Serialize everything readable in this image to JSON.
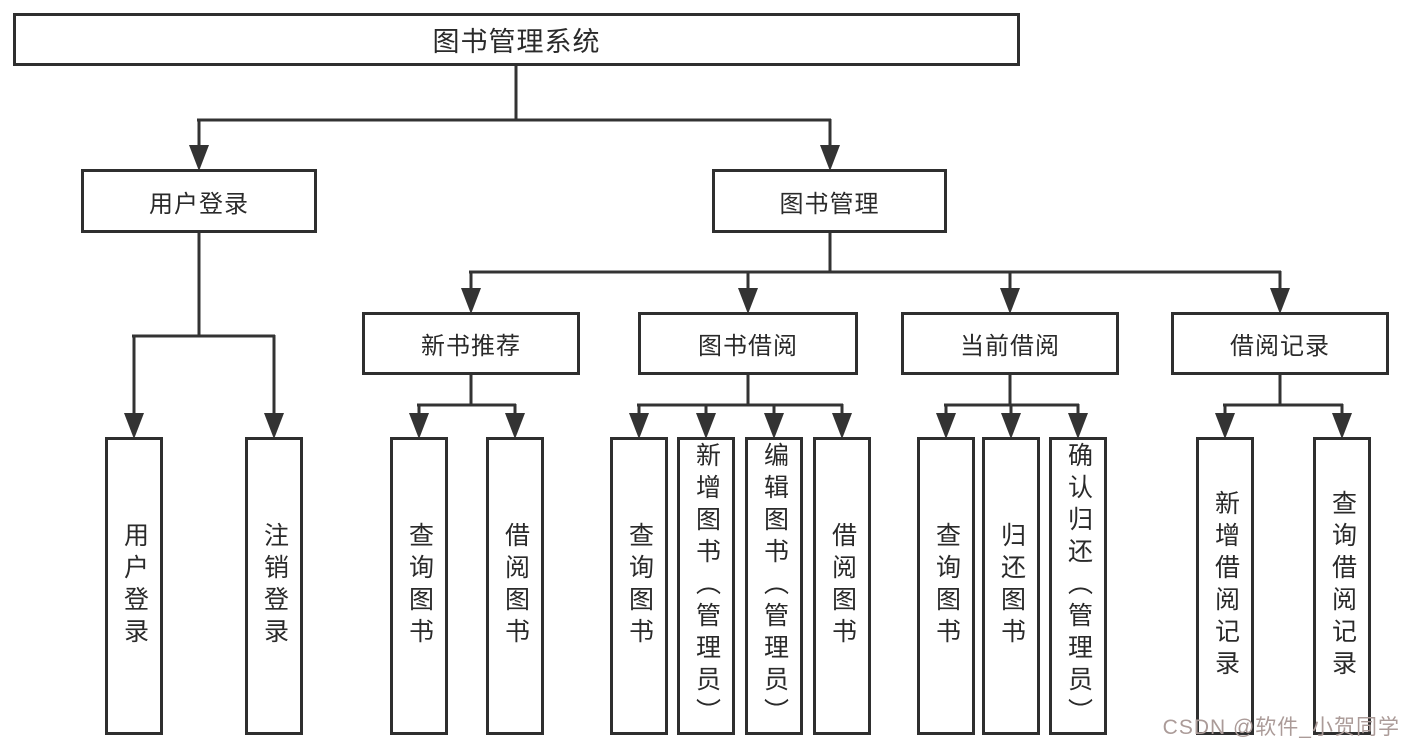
{
  "tree": {
    "root": {
      "label": "图书管理系统"
    },
    "level2": [
      {
        "label": "用户登录"
      },
      {
        "label": "图书管理"
      }
    ],
    "level3": [
      {
        "label": "新书推荐",
        "parent": "图书管理"
      },
      {
        "label": "图书借阅",
        "parent": "图书管理"
      },
      {
        "label": "当前借阅",
        "parent": "图书管理"
      },
      {
        "label": "借阅记录",
        "parent": "图书管理"
      }
    ],
    "leaves": [
      {
        "label": "用户登录",
        "parent": "用户登录"
      },
      {
        "label": "注销登录",
        "parent": "用户登录"
      },
      {
        "label": "查询图书",
        "parent": "新书推荐"
      },
      {
        "label": "借阅图书",
        "parent": "新书推荐"
      },
      {
        "label": "查询图书",
        "parent": "图书借阅"
      },
      {
        "label": "新增图书（管理员）",
        "parent": "图书借阅"
      },
      {
        "label": "编辑图书（管理员）",
        "parent": "图书借阅"
      },
      {
        "label": "借阅图书",
        "parent": "图书借阅"
      },
      {
        "label": "查询图书",
        "parent": "当前借阅"
      },
      {
        "label": "归还图书",
        "parent": "当前借阅"
      },
      {
        "label": "确认归还（管理员）",
        "parent": "当前借阅"
      },
      {
        "label": "新增借阅记录",
        "parent": "借阅记录"
      },
      {
        "label": "查询借阅记录",
        "parent": "借阅记录"
      }
    ]
  },
  "watermark": {
    "text": "CSDN @软件_小贺同学",
    "color": "#ab9b98"
  },
  "colors": {
    "line": "#333333",
    "border": "#2f2f2f",
    "text": "#2a2a2a",
    "background": "#ffffff"
  }
}
